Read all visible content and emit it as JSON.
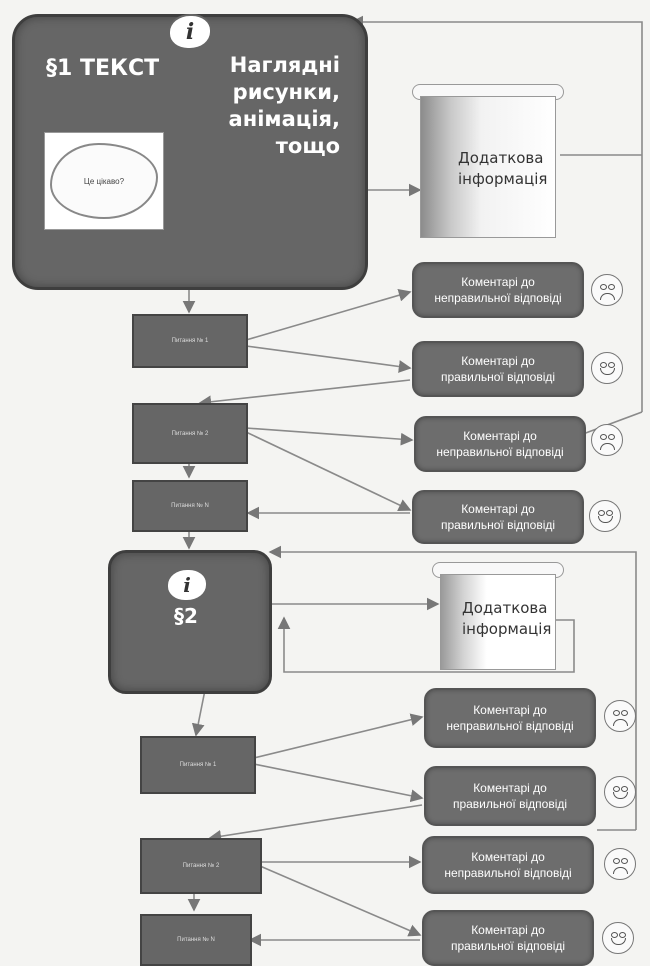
{
  "section1": {
    "title": "§1 ТЕКСТ",
    "media_lines": [
      "Наглядні",
      "рисунки,",
      "анімація,",
      "тощо"
    ],
    "info_icon": "i",
    "cloud_text": "Це цікаво?",
    "extra": [
      "Додаткова",
      "інформація"
    ]
  },
  "section2": {
    "title": "§2",
    "info_icon": "i",
    "extra": [
      "Додаткова",
      "інформація"
    ]
  },
  "questions": [
    "Питання № 1",
    "Питання № 2",
    "Питання № N",
    "Питання № 1",
    "Питання № 2",
    "Питання № N"
  ],
  "comments": [
    {
      "lines": [
        "Коментарі до",
        "неправильної відповіді"
      ],
      "face": "sad-face-icon"
    },
    {
      "lines": [
        "Коментарі до",
        "правильної відповіді"
      ],
      "face": "happy-face-icon"
    },
    {
      "lines": [
        "Коментарі до",
        "неправильної відповіді"
      ],
      "face": "sad-face-icon"
    },
    {
      "lines": [
        "Коментарі до",
        "правильної відповіді"
      ],
      "face": "happy-face-icon"
    },
    {
      "lines": [
        "Коментарі до",
        "неправильної відповіді"
      ],
      "face": "sad-face-icon"
    },
    {
      "lines": [
        "Коментарі до",
        "правильної відповіді"
      ],
      "face": "happy-face-icon"
    },
    {
      "lines": [
        "Коментарі до",
        "неправильної відповіді"
      ],
      "face": "sad-face-icon"
    },
    {
      "lines": [
        "Коментарі до",
        "правильної відповіді"
      ],
      "face": "happy-face-icon"
    }
  ]
}
